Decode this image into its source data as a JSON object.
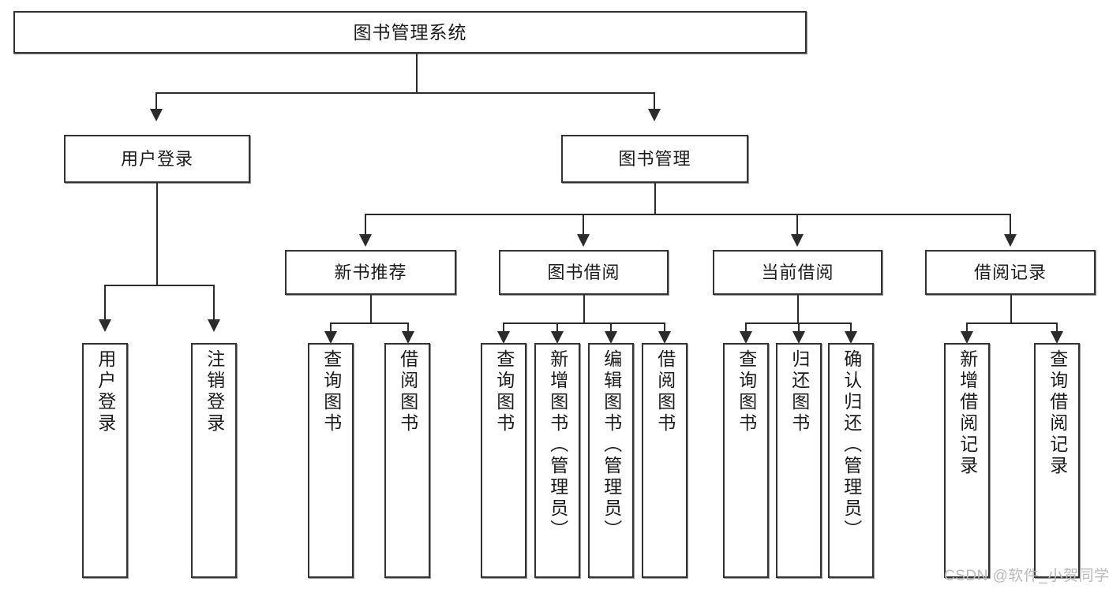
{
  "diagram": {
    "title": "图书管理系统",
    "type": "tree-hierarchy",
    "watermark": "CSDN @软件_小贺同学",
    "colors": {
      "background": "#ffffff",
      "box_border": "#333333",
      "connector": "#2b2b2b",
      "text": "#1b1b1b",
      "watermark": "#b9b9b9"
    }
  },
  "root": {
    "label": "图书管理系统"
  },
  "level2": [
    {
      "label": "用户登录"
    },
    {
      "label": "图书管理"
    }
  ],
  "level3": [
    {
      "label": "新书推荐"
    },
    {
      "label": "图书借阅"
    },
    {
      "label": "当前借阅"
    },
    {
      "label": "借阅记录"
    }
  ],
  "leaves": {
    "user_login": [
      {
        "label": "用户登录"
      },
      {
        "label": "注销登录"
      }
    ],
    "new_book_recommend": [
      {
        "label": "查询图书"
      },
      {
        "label": "借阅图书"
      }
    ],
    "book_borrow": [
      {
        "label": "查询图书"
      },
      {
        "label": "新增图书（管理员）"
      },
      {
        "label": "编辑图书（管理员）"
      },
      {
        "label": "借阅图书"
      }
    ],
    "current_borrow": [
      {
        "label": "查询图书"
      },
      {
        "label": "归还图书"
      },
      {
        "label": "确认归还（管理员）"
      }
    ],
    "borrow_records": [
      {
        "label": "新增借阅记录"
      },
      {
        "label": "查询借阅记录"
      }
    ]
  }
}
